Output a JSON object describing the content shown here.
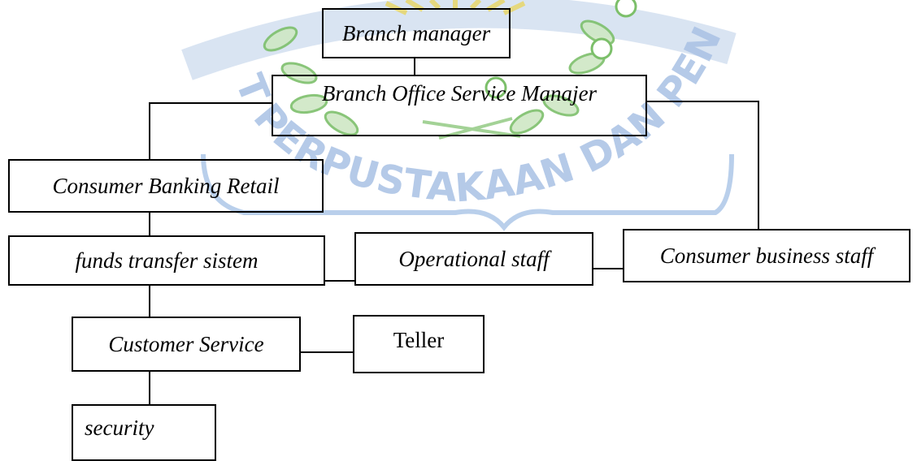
{
  "colors": {
    "line": "#000000",
    "watermark_blue": "#8fb2dc",
    "watermark_yellow": "#e8d76a",
    "watermark_green": "#7cbf6a"
  },
  "watermark": {
    "text": "T PERPUSTAKAAN DAN PENERBITA"
  },
  "nodes": {
    "branch_manager": "Branch manager",
    "branch_office_service_manager": "Branch Office Service  Manajer",
    "consumer_banking_retail": "Consumer  Banking  Retail",
    "funds_transfer": "funds transfer sistem",
    "operational_staff": "Operational staff",
    "consumer_business_staff": "Consumer business staff",
    "customer_service": "Customer Service",
    "teller": "Teller",
    "security": "security"
  }
}
